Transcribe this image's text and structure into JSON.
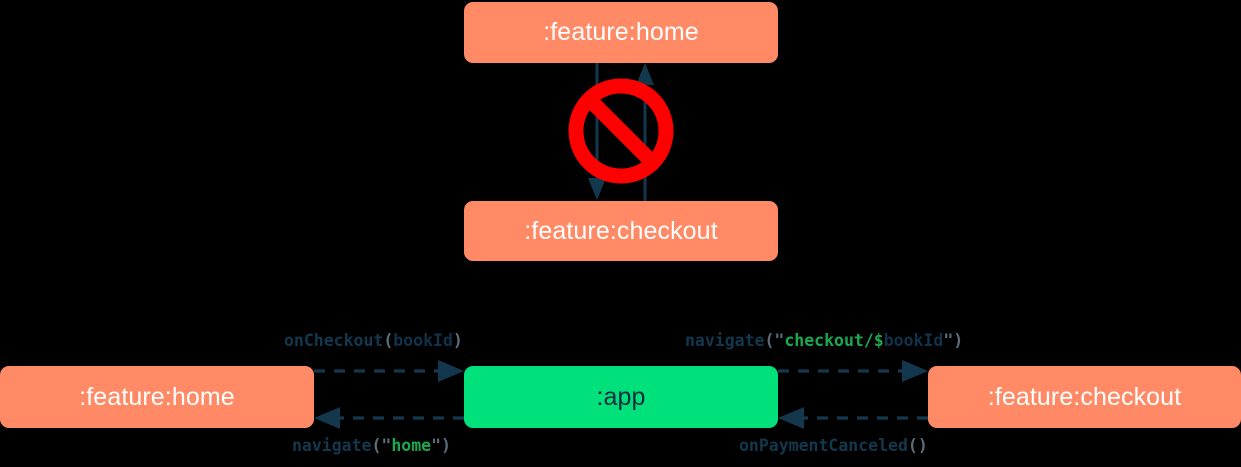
{
  "diagram": {
    "title": "module navigation dependency diagram",
    "colors": {
      "feature_module": "#FF8A65",
      "app_module": "#00E17C",
      "edge": "#13384E",
      "forbidden": "#FF0000",
      "node_text_light": "#FFFFFF",
      "node_text_dark": "#0E2C3D"
    },
    "top_section": {
      "name": "forbidden-direct-dependency",
      "nodes": [
        {
          "id": "home-top",
          "label": ":feature:home",
          "style": "salmon"
        },
        {
          "id": "checkout-top",
          "label": ":feature:checkout",
          "style": "salmon"
        }
      ],
      "edges": [
        {
          "id": "home-to-checkout",
          "from": "home-top",
          "to": "checkout-top",
          "direction": "down",
          "style": "solid"
        },
        {
          "id": "checkout-to-home",
          "from": "checkout-top",
          "to": "home-top",
          "direction": "up",
          "style": "solid"
        }
      ],
      "overlay_icon": {
        "name": "prohibition-icon",
        "meaning": "not allowed"
      }
    },
    "bottom_section": {
      "name": "allowed-navigation-through-app",
      "nodes": [
        {
          "id": "home-bottom",
          "label": ":feature:home",
          "style": "salmon"
        },
        {
          "id": "app",
          "label": ":app",
          "style": "green"
        },
        {
          "id": "checkout-bottom",
          "label": ":feature:checkout",
          "style": "salmon"
        }
      ],
      "edges": [
        {
          "id": "home-to-app",
          "from": "home-bottom",
          "to": "app",
          "direction": "right",
          "style": "dashed",
          "label_position": "above",
          "label": {
            "text": "onCheckout(bookId)",
            "tokens": [
              {
                "t": "onCheckout",
                "k": "fn"
              },
              {
                "t": "(",
                "k": "punct"
              },
              {
                "t": "bookId",
                "k": "param"
              },
              {
                "t": ")",
                "k": "punct"
              }
            ]
          }
        },
        {
          "id": "app-to-home",
          "from": "app",
          "to": "home-bottom",
          "direction": "left",
          "style": "dashed",
          "label_position": "below",
          "label": {
            "text": "navigate(\"home\")",
            "tokens": [
              {
                "t": "navigate",
                "k": "fn"
              },
              {
                "t": "(",
                "k": "punct"
              },
              {
                "t": "\"",
                "k": "punct"
              },
              {
                "t": "home",
                "k": "str"
              },
              {
                "t": "\"",
                "k": "punct"
              },
              {
                "t": ")",
                "k": "punct"
              }
            ]
          }
        },
        {
          "id": "app-to-checkout",
          "from": "app",
          "to": "checkout-bottom",
          "direction": "right",
          "style": "dashed",
          "label_position": "above",
          "label": {
            "text": "navigate(\"checkout/$bookId\")",
            "tokens": [
              {
                "t": "navigate",
                "k": "fn"
              },
              {
                "t": "(",
                "k": "punct"
              },
              {
                "t": "\"",
                "k": "punct"
              },
              {
                "t": "checkout/",
                "k": "str"
              },
              {
                "t": "$",
                "k": "dollar"
              },
              {
                "t": "bookId",
                "k": "interp"
              },
              {
                "t": "\"",
                "k": "punct"
              },
              {
                "t": ")",
                "k": "punct"
              }
            ]
          }
        },
        {
          "id": "checkout-to-app",
          "from": "checkout-bottom",
          "to": "app",
          "direction": "left",
          "style": "dashed",
          "label_position": "below",
          "label": {
            "text": "onPaymentCanceled()",
            "tokens": [
              {
                "t": "onPaymentCanceled",
                "k": "fn"
              },
              {
                "t": "(",
                "k": "punct"
              },
              {
                "t": ")",
                "k": "punct"
              }
            ]
          }
        }
      ]
    }
  }
}
